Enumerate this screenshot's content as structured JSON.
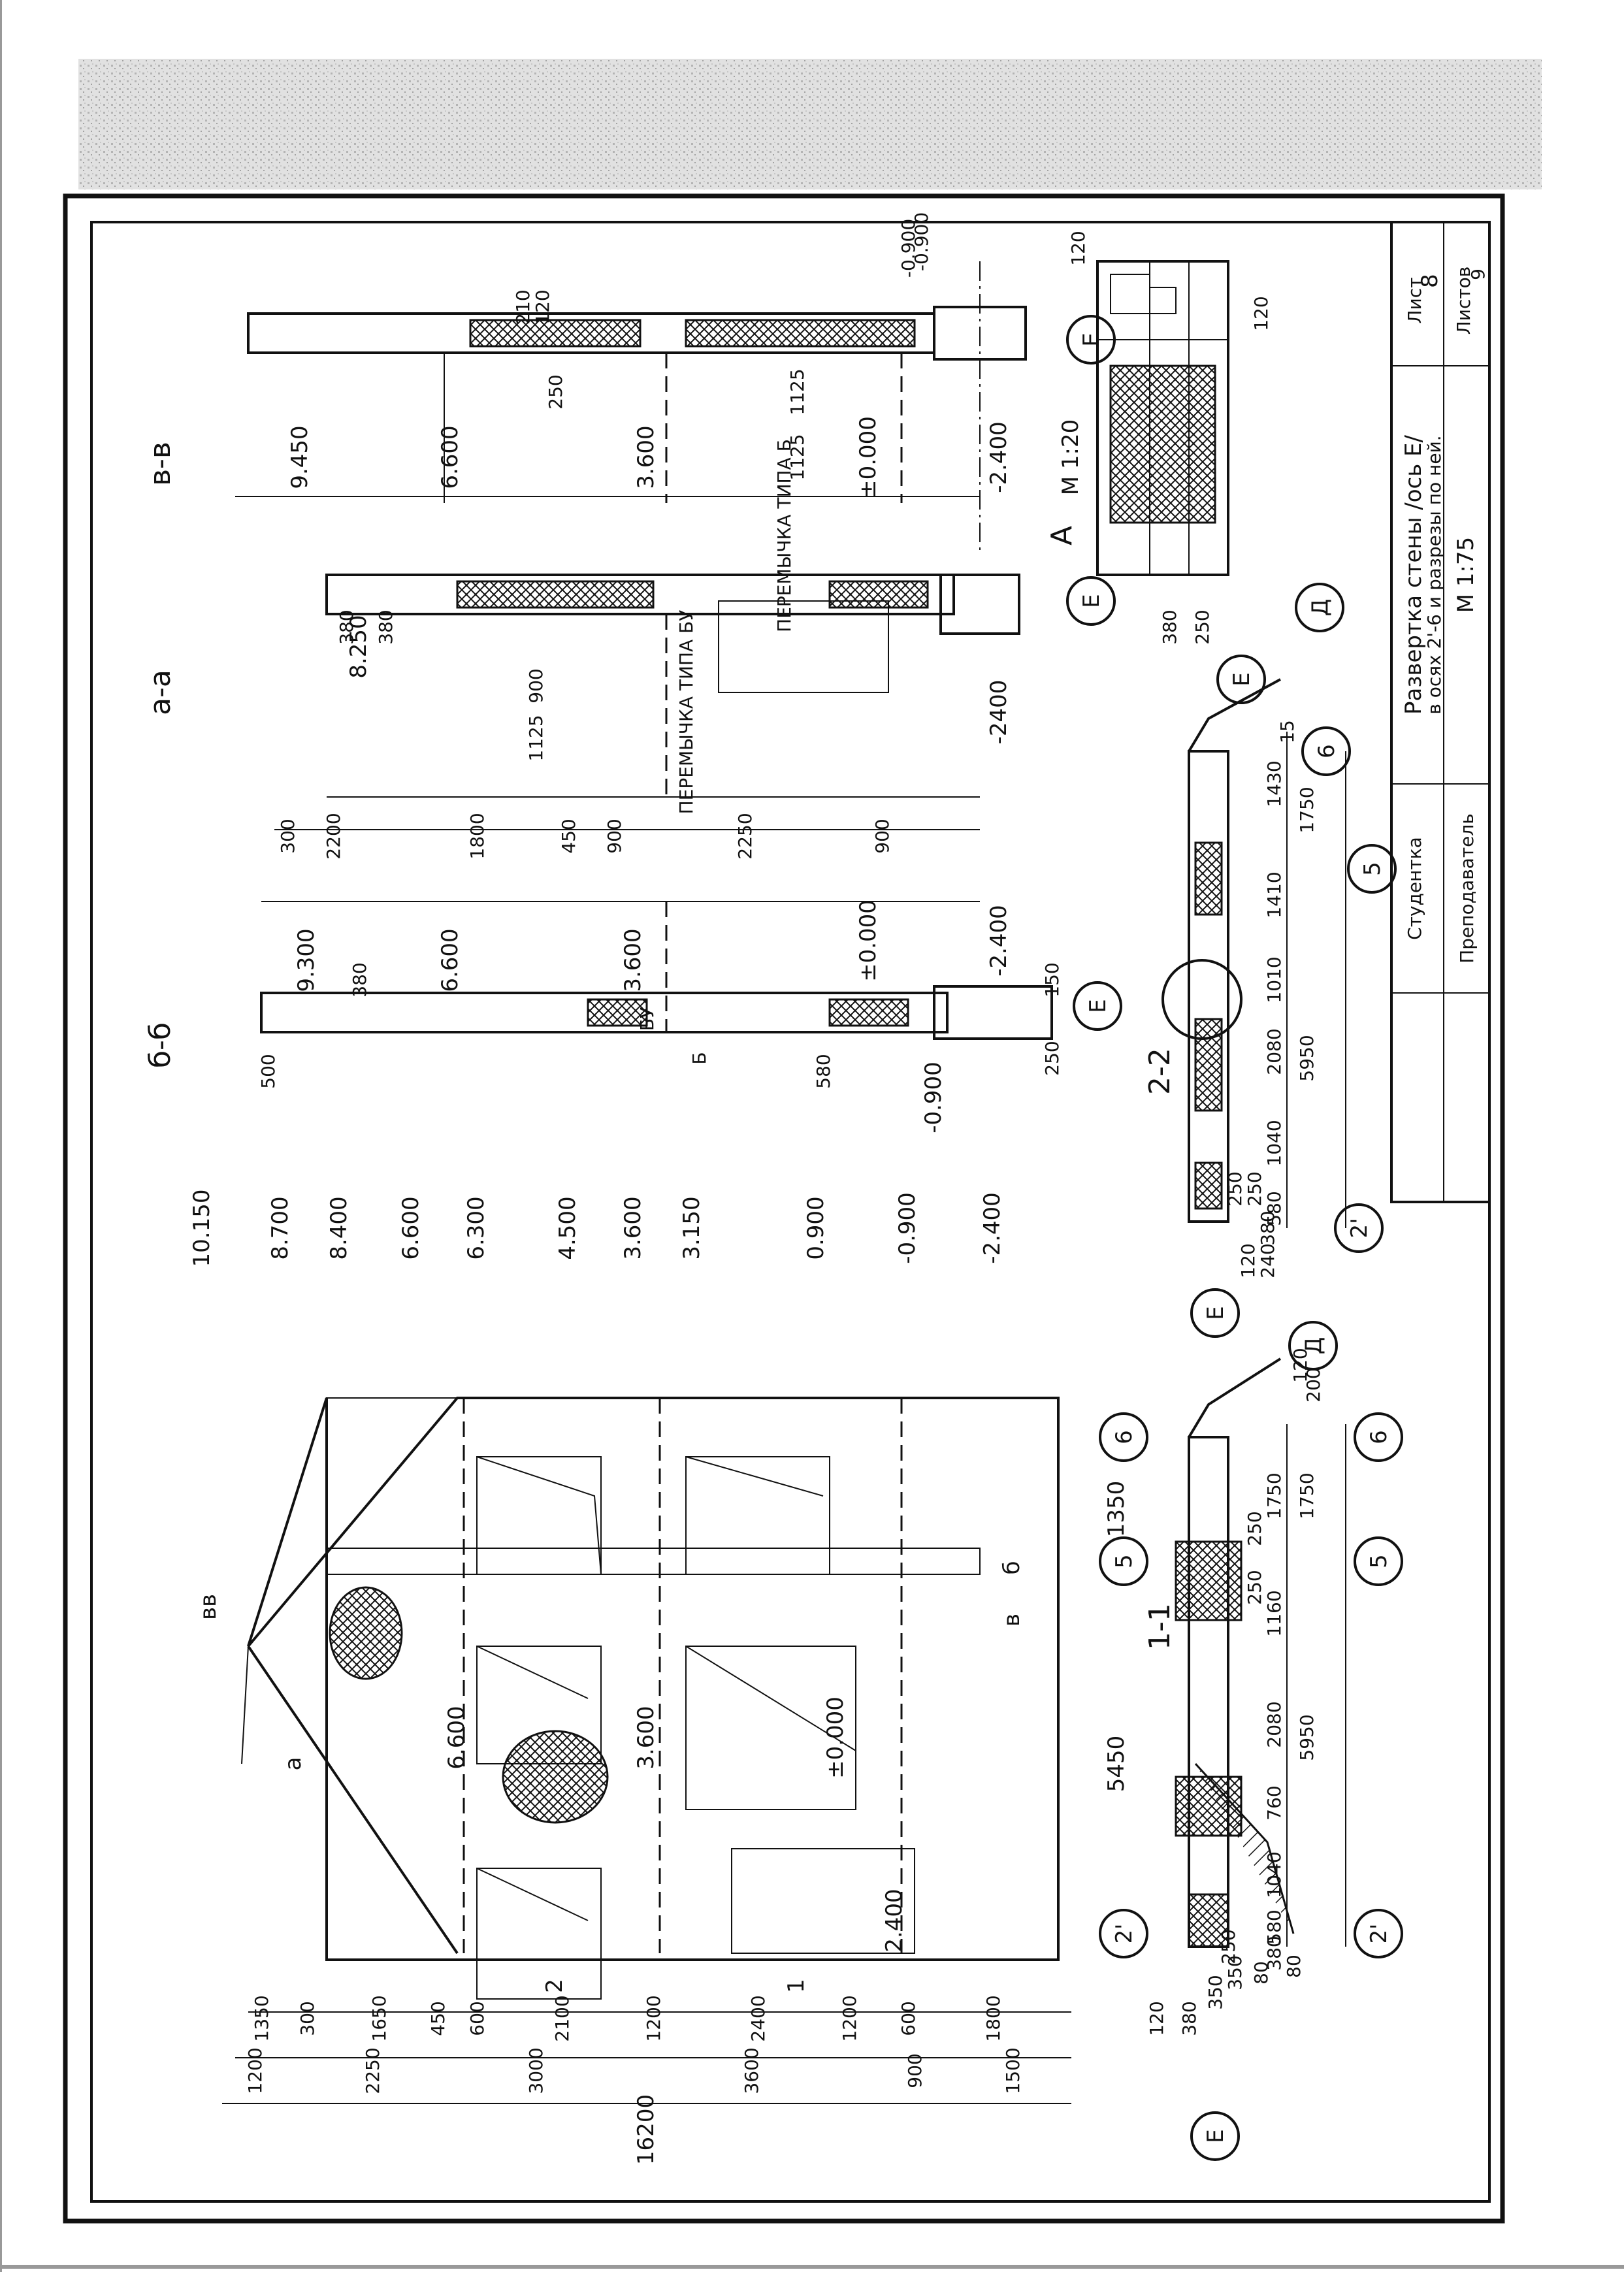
{
  "sheet": {
    "title_block": {
      "sheet_label": "Лист",
      "sheet_number": "8",
      "sheets_label": "Листов",
      "sheets_total": "9",
      "title_line1": "Развертка стены /ось Е/",
      "title_line2": "в осях 2'-6 и разрезы по ней.",
      "student_label": "Студентка",
      "teacher_label": "Преподаватель",
      "scale": "М 1:75"
    },
    "sections": {
      "bb": "в-в",
      "aa": "а-а",
      "dd": "б-б",
      "s11": "1-1",
      "s22": "2-2",
      "detail_a": "А",
      "detail_a_scale": "М 1:20"
    },
    "axes": {
      "ax_2p": "2'",
      "ax_5": "5",
      "ax_6": "6",
      "ax_E": "Е",
      "ax_D": "Д"
    },
    "levels": [
      "10.150",
      "8.700",
      "8.400",
      "6.600",
      "6.300",
      "4.500",
      "3.600",
      "3.150",
      "0.900",
      "-0.900",
      "-2.400"
    ],
    "bb_section": {
      "marks": [
        "9.450",
        "6.600",
        "3.600",
        "±0.000",
        "-2.400",
        "-0.900"
      ],
      "dims": [
        "210",
        "120",
        "250",
        "1125",
        "1125",
        "1125"
      ],
      "lintel": "ПЕРЕМЫЧКА ТИПА Б"
    },
    "aa_section": {
      "marks": [
        "8.250",
        "-2400"
      ],
      "dims": [
        "380",
        "380",
        "900",
        "1125"
      ],
      "lintel": "ПЕРЕМЫЧКА ТИПА БУ",
      "height_dims": [
        "300",
        "2200",
        "1800",
        "450",
        "900",
        "2250",
        "900"
      ]
    },
    "dd_section": {
      "marks": [
        "9.300",
        "6.600",
        "3.600",
        "±0.000",
        "-2.400",
        "-0.900"
      ],
      "dims": [
        "380",
        "500",
        "580",
        "250",
        "150"
      ],
      "labels": [
        "Б",
        "БУ"
      ]
    },
    "elevation": {
      "marks": [
        "6.600",
        "3.600",
        "±0.000",
        "2.400"
      ],
      "width_dim": "5450",
      "dim_1350": "1350",
      "cuts": [
        "а",
        "б",
        "в",
        "1",
        "2",
        "вв"
      ],
      "height_dims_inner": [
        "1800",
        "600",
        "1200",
        "2400",
        "1200",
        "2100",
        "600",
        "450",
        "1650",
        "300",
        "1350"
      ],
      "height_dims_outer": [
        "1500",
        "900",
        "3600",
        "3000",
        "2250",
        "1200"
      ],
      "total_height": "16200"
    },
    "plan_22": {
      "dims_top": [
        "1430",
        "1410",
        "1010",
        "2080",
        "1040",
        "580"
      ],
      "dims_axes": [
        "1750",
        "5950"
      ],
      "dims_small": [
        "250",
        "250",
        "380",
        "120",
        "240",
        "15"
      ]
    },
    "plan_11": {
      "dims_top": [
        "1750",
        "1160",
        "2080",
        "760",
        "1040",
        "580"
      ],
      "dims_axes": [
        "1750",
        "5950"
      ],
      "dims_small": [
        "250",
        "250",
        "120",
        "380",
        "350",
        "80",
        "380",
        "250",
        "350",
        "120",
        "200",
        "80"
      ]
    },
    "detail_dims": [
      "120",
      "120",
      "380",
      "250",
      "-0.900"
    ]
  }
}
